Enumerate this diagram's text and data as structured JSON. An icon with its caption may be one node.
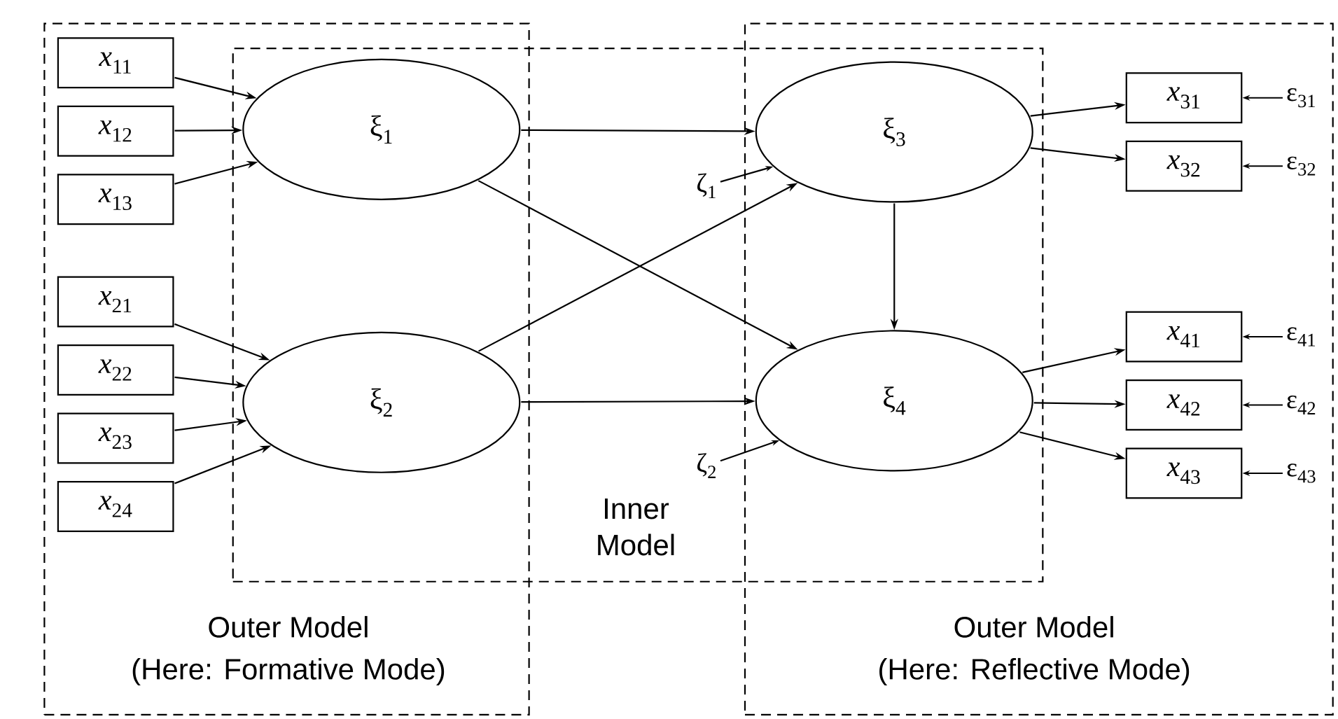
{
  "diagram": {
    "nodes": [
      {
        "text": [
          "Outer Model",
          "(Here: Formative Mode)"
        ]
      },
      {
        "text": [
          "Inner Model"
        ]
      },
      {
        "text": [
          "Outer Model",
          "(Here: Reflective Mode)"
        ]
      },
      {
        "text": [
          "*x*$_{11}$"
        ],
        "in": 0
      },
      {
        "text": [
          "*x*$_{12}$"
        ],
        "in": 0
      },
      {
        "text": [
          "*x*$_{13}$"
        ],
        "in": 0
      },
      {
        "text": [
          "*x*$_{21}$"
        ],
        "in": 0
      },
      {
        "text": [
          "*x*$_{22}$"
        ],
        "in": 0
      },
      {
        "text": [
          "*x*$_{23}$"
        ],
        "in": 0
      },
      {
        "text": [
          "*x*$_{24}$"
        ],
        "in": 0
      },
      {
        "text": [
          "ξ$_{1}$"
        ]
      },
      {
        "text": [
          "ξ$_{2}$"
        ]
      },
      {
        "text": [
          "ξ$_{3}$"
        ]
      },
      {
        "text": [
          "ξ$_{4}$"
        ]
      },
      {
        "text": [
          "ζ$_{1}$"
        ],
        "in": 1
      },
      {
        "text": [
          "ζ$_{2}$"
        ],
        "in": 1
      },
      {
        "text": [
          "*x*$_{31}$"
        ],
        "in": 2
      },
      {
        "text": [
          "*x*$_{32}$"
        ],
        "in": 2
      },
      {
        "text": [
          "*x*$_{41}$"
        ],
        "in": 2
      },
      {
        "text": [
          "*x*$_{42}$"
        ],
        "in": 2
      },
      {
        "text": [
          "*x*$_{43}$"
        ],
        "in": 2
      },
      {
        "text": [
          "ε$_{31}$"
        ],
        "in": 2
      },
      {
        "text": [
          "ε$_{32}$"
        ],
        "in": 2
      },
      {
        "text": [
          "ε$_{41}$"
        ],
        "in": 2
      },
      {
        "text": [
          "ε$_{42}$"
        ],
        "in": 2
      },
      {
        "text": [
          "ε$_{43}$"
        ],
        "in": 2
      }
    ],
    "edges": [
      {
        "from": 3,
        "to": 10,
        "arrow": "to"
      },
      {
        "from": 4,
        "to": 10,
        "arrow": "to"
      },
      {
        "from": 5,
        "to": 10,
        "arrow": "to"
      },
      {
        "from": 6,
        "to": 11,
        "arrow": "to"
      },
      {
        "from": 7,
        "to": 11,
        "arrow": "to"
      },
      {
        "from": 8,
        "to": 11,
        "arrow": "to"
      },
      {
        "from": 9,
        "to": 11,
        "arrow": "to"
      },
      {
        "from": 10,
        "to": 12,
        "arrow": "to"
      },
      {
        "from": 10,
        "to": 13,
        "arrow": "to"
      },
      {
        "from": 11,
        "to": 12,
        "arrow": "to"
      },
      {
        "from": 11,
        "to": 13,
        "arrow": "to"
      },
      {
        "from": 12,
        "to": 13,
        "arrow": "to"
      },
      {
        "from": 14,
        "to": 12,
        "arrow": "to"
      },
      {
        "from": 15,
        "to": 13,
        "arrow": "to"
      },
      {
        "from": 12,
        "to": 16,
        "arrow": "to"
      },
      {
        "from": 12,
        "to": 17,
        "arrow": "to"
      },
      {
        "from": 13,
        "to": 18,
        "arrow": "to"
      },
      {
        "from": 13,
        "to": 19,
        "arrow": "to"
      },
      {
        "from": 13,
        "to": 20,
        "arrow": "to"
      },
      {
        "from": 21,
        "to": 16,
        "arrow": "to"
      },
      {
        "from": 22,
        "to": 17,
        "arrow": "to"
      },
      {
        "from": 23,
        "to": 18,
        "arrow": "to"
      },
      {
        "from": 24,
        "to": 19,
        "arrow": "to"
      },
      {
        "from": 25,
        "to": 20,
        "arrow": "to"
      }
    ]
  }
}
